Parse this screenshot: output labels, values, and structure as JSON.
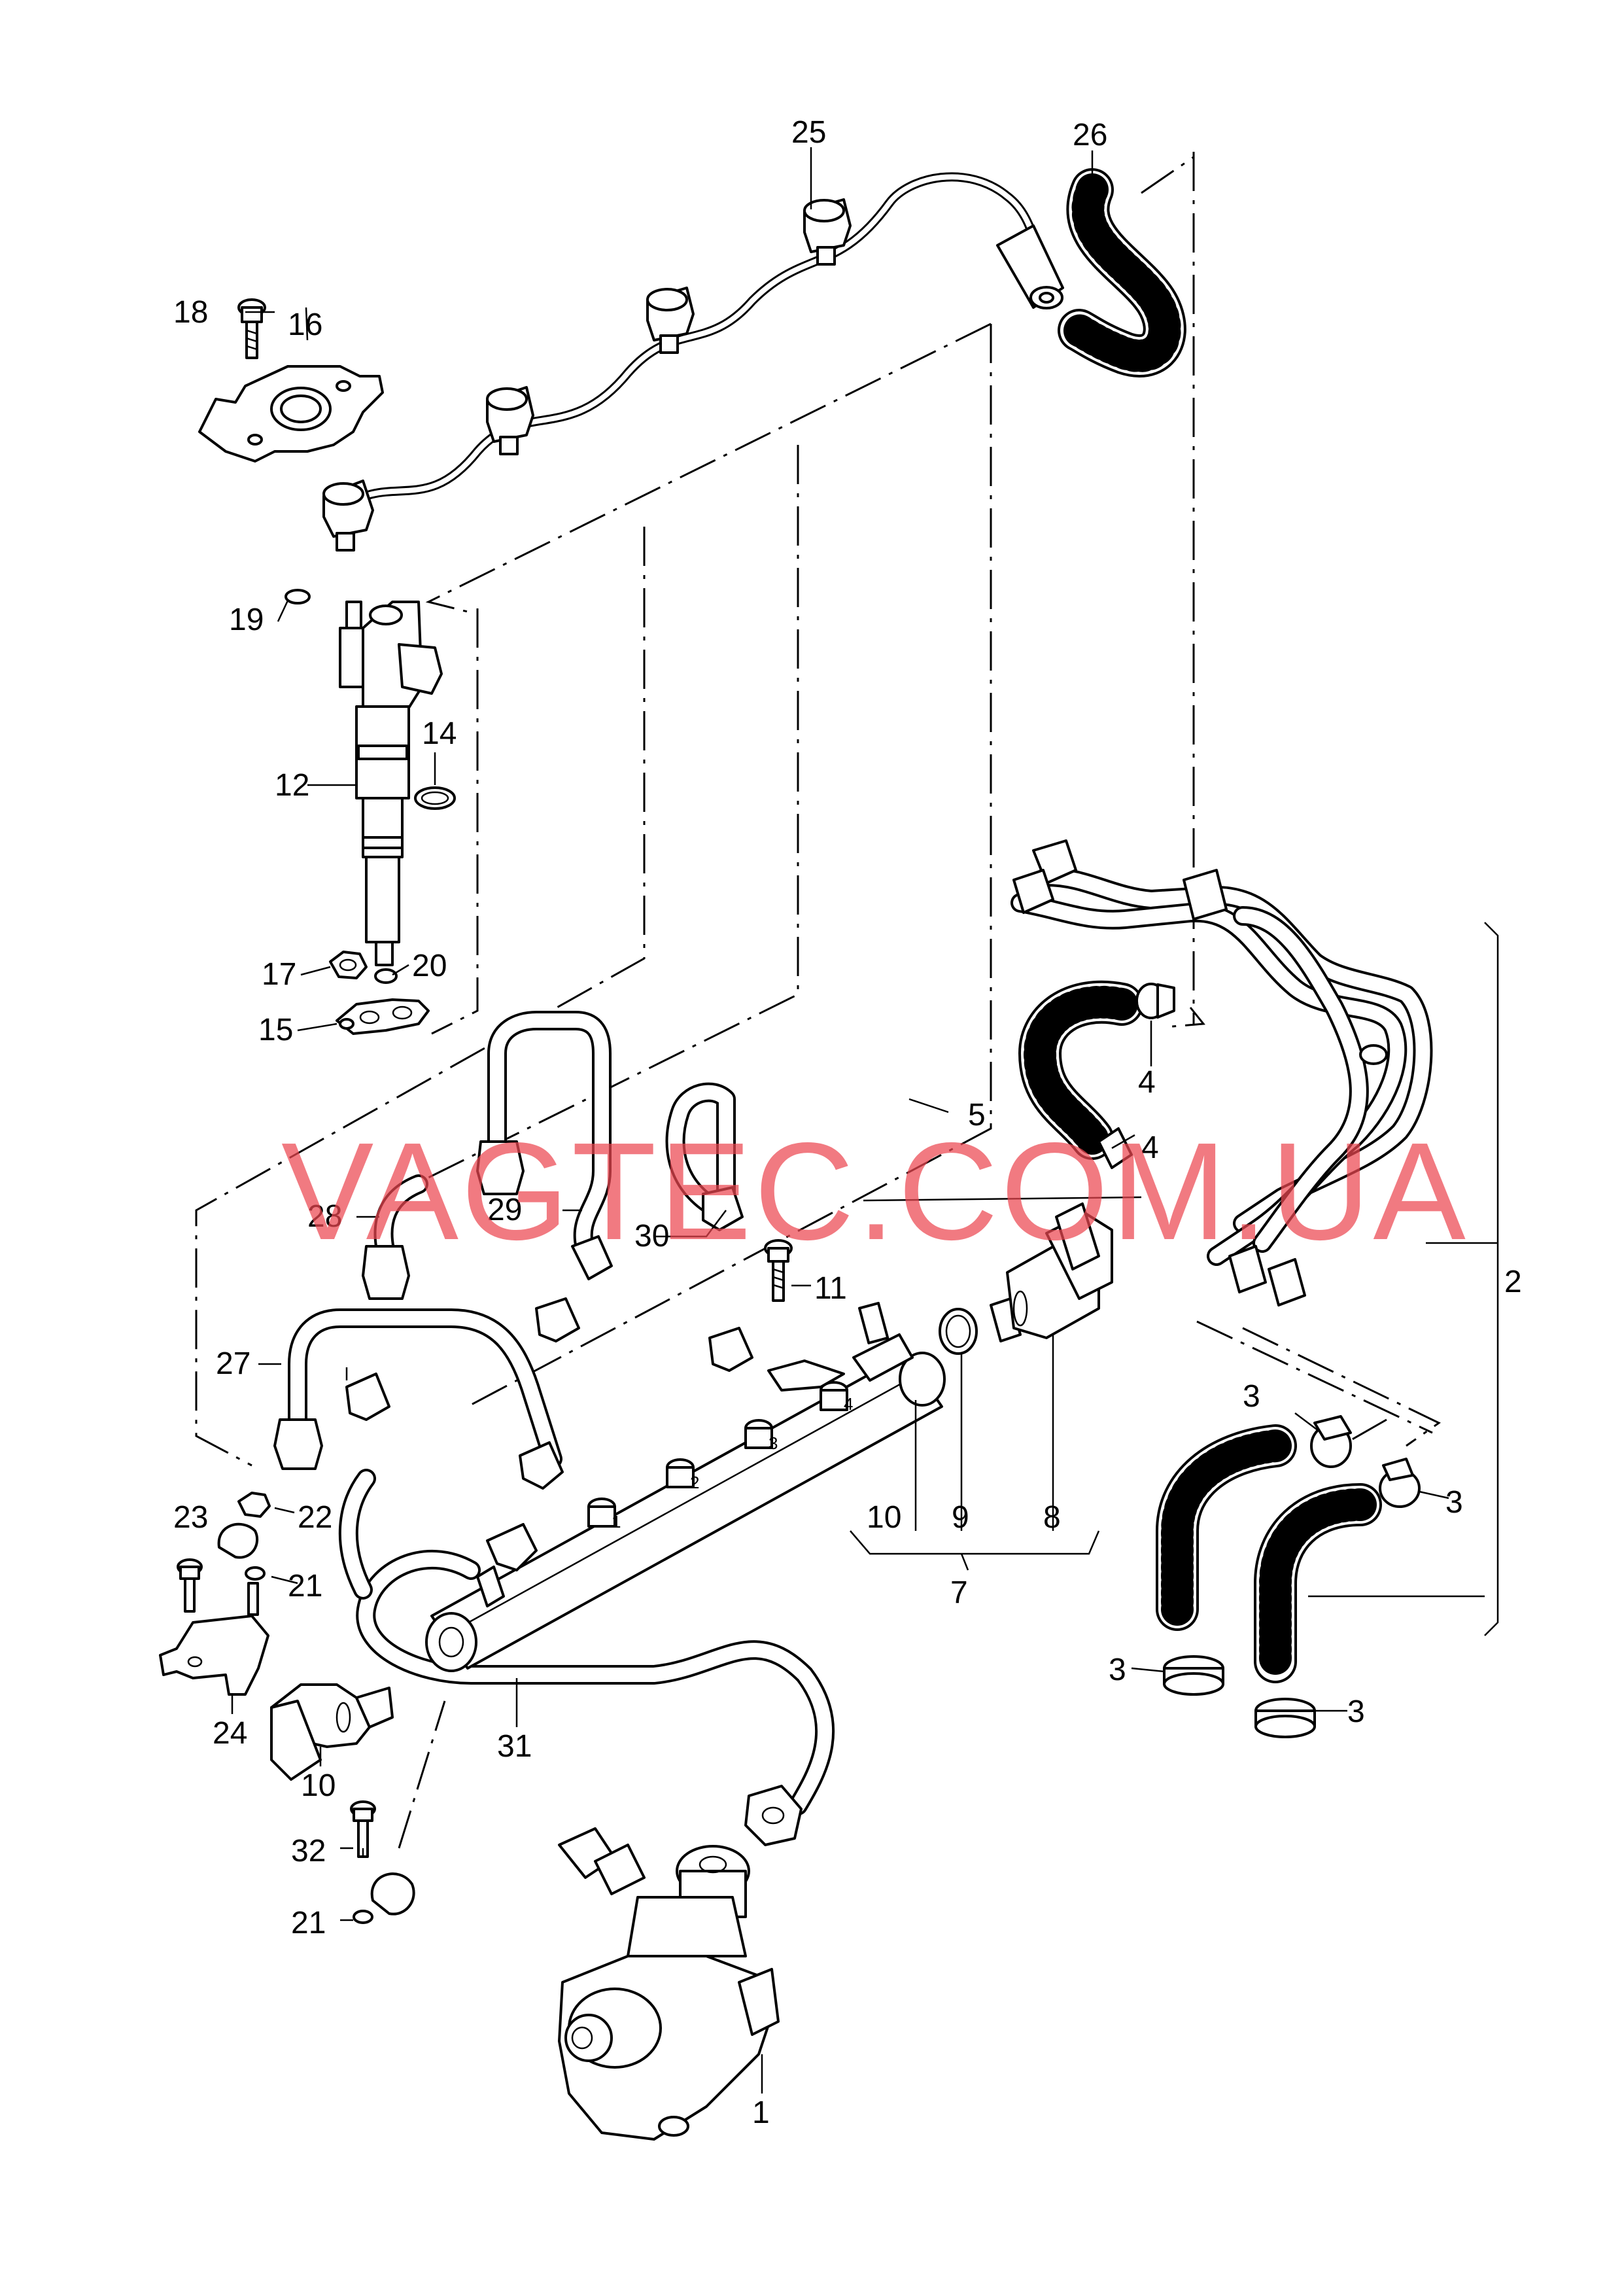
{
  "watermark": "VAGTEC.COM.UA",
  "colors": {
    "watermark": "#ec4650",
    "line": "#000000",
    "background": "#ffffff"
  },
  "callouts": {
    "c1": "1",
    "c2": "2",
    "c3a": "3",
    "c3b": "3",
    "c3c": "3",
    "c3d": "3",
    "c4a": "4",
    "c4b": "4",
    "c5": "5",
    "c7": "7",
    "c8": "8",
    "c9": "9",
    "c10a": "10",
    "c10b": "10",
    "c11": "11",
    "c12": "12",
    "c14": "14",
    "c15": "15",
    "c16": "16",
    "c17": "17",
    "c18": "18",
    "c19": "19",
    "c20": "20",
    "c21a": "21",
    "c21b": "21",
    "c22": "22",
    "c23": "23",
    "c24": "24",
    "c25": "25",
    "c26": "26",
    "c27": "27",
    "c28": "28",
    "c29": "29",
    "c30": "30",
    "c31": "31",
    "c32": "32"
  },
  "rail_ports": [
    "1",
    "2",
    "3",
    "4"
  ]
}
